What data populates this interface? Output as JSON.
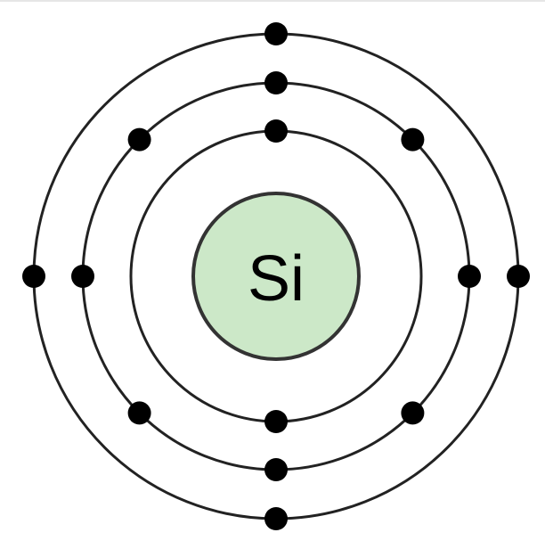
{
  "element": {
    "symbol": "Si"
  },
  "shells": [
    {
      "electrons": 2
    },
    {
      "electrons": 8
    },
    {
      "electrons": 4
    }
  ],
  "colors": {
    "nucleus_fill": "#cce8c8",
    "nucleus_stroke": "#333333",
    "shell_stroke": "#222222",
    "electron": "#000000",
    "background": "#ffffff"
  }
}
